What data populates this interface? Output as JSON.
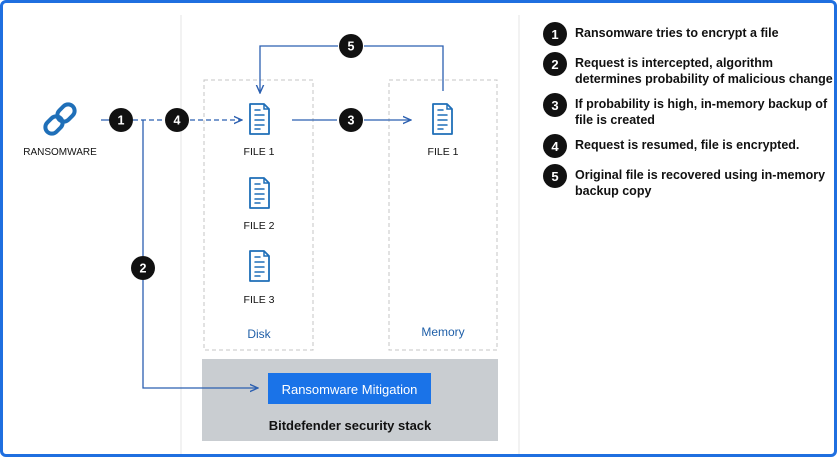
{
  "actor": {
    "label": "RANSOMWARE"
  },
  "disk": {
    "label": "Disk",
    "files": [
      "FILE 1",
      "FILE 2",
      "FILE 3"
    ]
  },
  "memory": {
    "label": "Memory",
    "files": [
      "FILE 1"
    ]
  },
  "security_stack": {
    "label": "Bitdefender security stack",
    "mitigation_label": "Ransomware Mitigation"
  },
  "steps": [
    "1",
    "2",
    "3",
    "4",
    "5"
  ],
  "legend": [
    {
      "num": "1",
      "text": "Ransomware tries to encrypt a file"
    },
    {
      "num": "2",
      "text": "Request is intercepted, algorithm determines probability of malicious change"
    },
    {
      "num": "3",
      "text": "If probability is high, in-memory backup of file is created"
    },
    {
      "num": "4",
      "text": "Request is resumed, file is encrypted."
    },
    {
      "num": "5",
      "text": "Original file is recovered using in-memory backup copy"
    }
  ],
  "colors": {
    "frame": "#1f6fe0",
    "arrow": "#2b5fb0",
    "mitigation_fill": "#1a73e8",
    "stack_fill": "#c9cdd1",
    "step_fill": "#111111",
    "icon": "#1f6fb8"
  }
}
